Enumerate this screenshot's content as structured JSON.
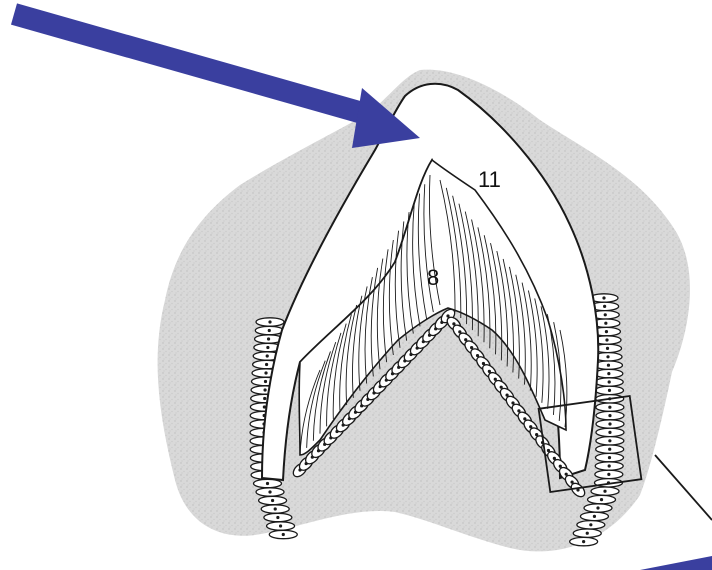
{
  "labels": {
    "enamel_number": "11",
    "dentin_number": "8"
  },
  "colors": {
    "arrow": "#3a3f9f",
    "tissue": "#d4d4d4",
    "ink": "#1a1a1a",
    "background": "#ffffff"
  },
  "icons": {
    "pointer_arrow": "arrow-icon",
    "callout_line": "leader-line"
  }
}
